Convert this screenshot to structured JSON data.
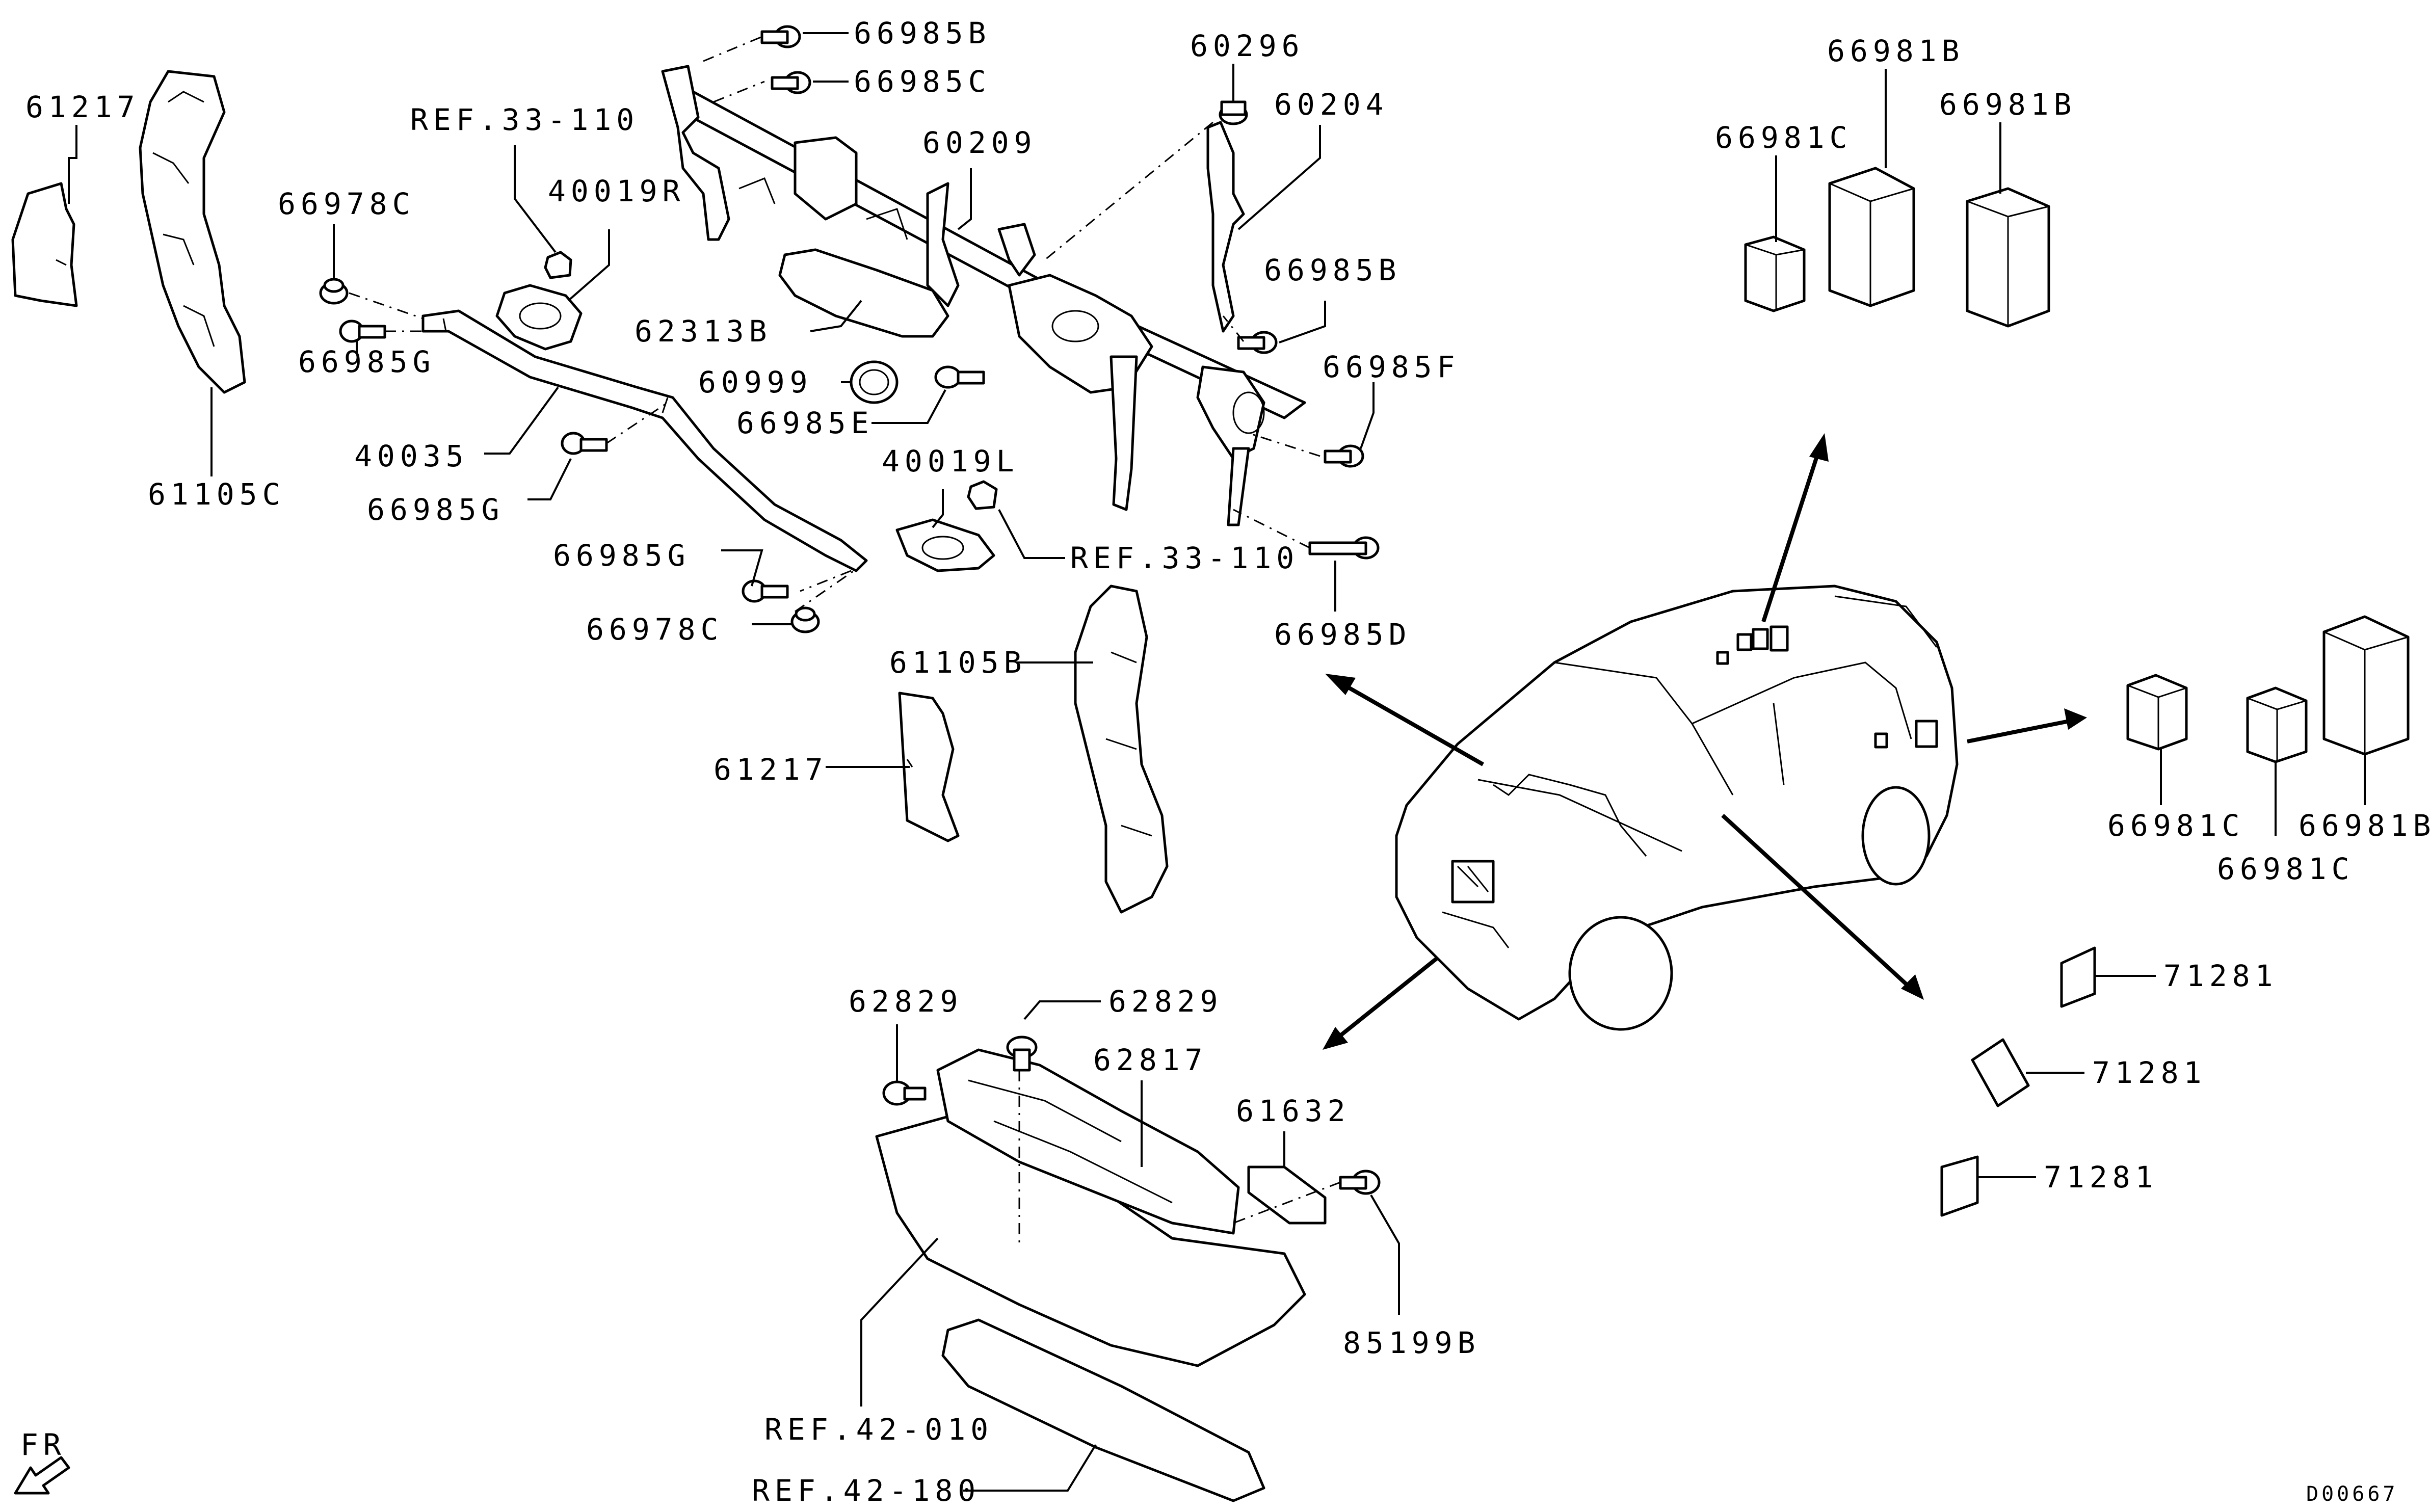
{
  "labels": {
    "l_61217_a": "61217",
    "l_61105c": "61105C",
    "l_66978c_a": "66978C",
    "l_66985g_a": "66985G",
    "l_40035": "40035",
    "l_66985g_b": "66985G",
    "l_66985g_c": "66985G",
    "l_66978c_b": "66978C",
    "l_ref33_a": "REF.33-110",
    "l_40019r": "40019R",
    "l_66985b_a": "66985B",
    "l_66985c": "66985C",
    "l_60209": "60209",
    "l_62313b": "62313B",
    "l_60999": "60999",
    "l_66985e": "66985E",
    "l_40019l": "40019L",
    "l_ref33_b": "REF.33-110",
    "l_60296": "60296",
    "l_60204": "60204",
    "l_66985b_b": "66985B",
    "l_66985f": "66985F",
    "l_66985d": "66985D",
    "l_61105b": "61105B",
    "l_61217_b": "61217",
    "l_66981b_a": "66981B",
    "l_66981b_b": "66981B",
    "l_66981c_a": "66981C",
    "l_66981c_b": "66981C",
    "l_66981c_c": "66981C",
    "l_66981b_c": "66981B",
    "l_71281_a": "71281",
    "l_71281_b": "71281",
    "l_71281_c": "71281",
    "l_62829_a": "62829",
    "l_62829_b": "62829",
    "l_62817": "62817",
    "l_61632": "61632",
    "l_85199b": "85199B",
    "l_ref42_010": "REF.42-010",
    "l_ref42_180": "REF.42-180",
    "l_fr": "FR",
    "l_code": "D00667"
  }
}
